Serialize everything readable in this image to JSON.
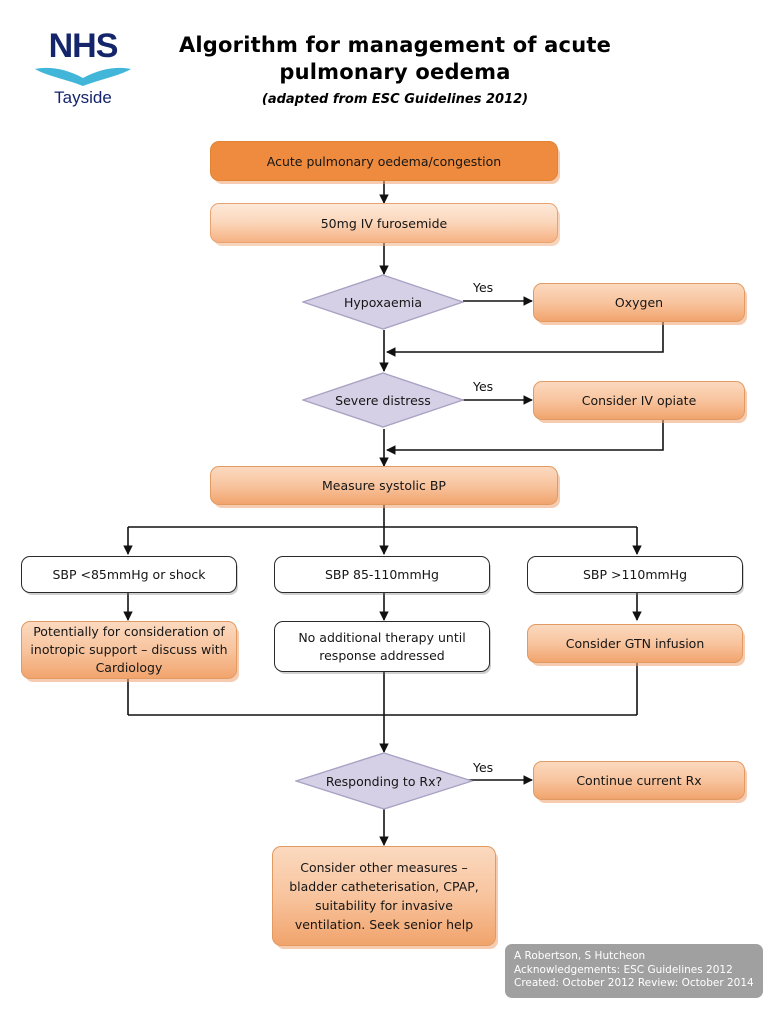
{
  "header": {
    "logo": {
      "line1": "NHS",
      "line2": "Tayside",
      "wave_icon": "nhs-wave-icon",
      "navy": "#15256b",
      "wave_blue": "#41b6d9"
    },
    "title": "Algorithm for management of acute pulmonary oedema",
    "subtitle": "(adapted from ESC Guidelines 2012)"
  },
  "colors": {
    "orange_solid": "#ee8b3e",
    "orange_light": "#fbd8bd",
    "orange_mid": "#f6b283",
    "diamond_fill": "#d5d0e5",
    "diamond_stroke": "#a9a2c4",
    "line": "#1a1a1a",
    "credit_bg": "#a0a0a0"
  },
  "flow": {
    "nodes": [
      {
        "id": "start",
        "label": "Acute pulmonary oedema/congestion"
      },
      {
        "id": "furosemide",
        "label": "50mg IV furosemide"
      },
      {
        "id": "hypoxaemia",
        "label": "Hypoxaemia"
      },
      {
        "id": "oxygen",
        "label": "Oxygen"
      },
      {
        "id": "distress",
        "label": "Severe distress"
      },
      {
        "id": "opiate",
        "label": "Consider IV opiate"
      },
      {
        "id": "measure_bp",
        "label": "Measure systolic BP"
      },
      {
        "id": "sbp_low",
        "label": "SBP <85mmHg or shock"
      },
      {
        "id": "sbp_mid",
        "label": "SBP 85-110mmHg"
      },
      {
        "id": "sbp_high",
        "label": "SBP >110mmHg"
      },
      {
        "id": "inotropic",
        "label": "Potentially for consideration of inotropic support – discuss with Cardiology"
      },
      {
        "id": "no_therapy",
        "label": "No additional therapy until response addressed"
      },
      {
        "id": "gtn",
        "label": "Consider GTN infusion"
      },
      {
        "id": "responding",
        "label": "Responding to Rx?"
      },
      {
        "id": "continue_rx",
        "label": "Continue current Rx"
      },
      {
        "id": "other",
        "label": "Consider other measures – bladder catheterisation, CPAP, suitability for invasive ventilation.  Seek senior help"
      }
    ],
    "edge_labels": {
      "yes_hypoxaemia": "Yes",
      "yes_distress": "Yes",
      "yes_responding": "Yes"
    }
  },
  "credit": {
    "authors": "A Robertson, S Hutcheon",
    "acknowledgements": "Acknowledgements: ESC Guidelines 2012",
    "dates": "Created: October 2012   Review: October 2014"
  }
}
